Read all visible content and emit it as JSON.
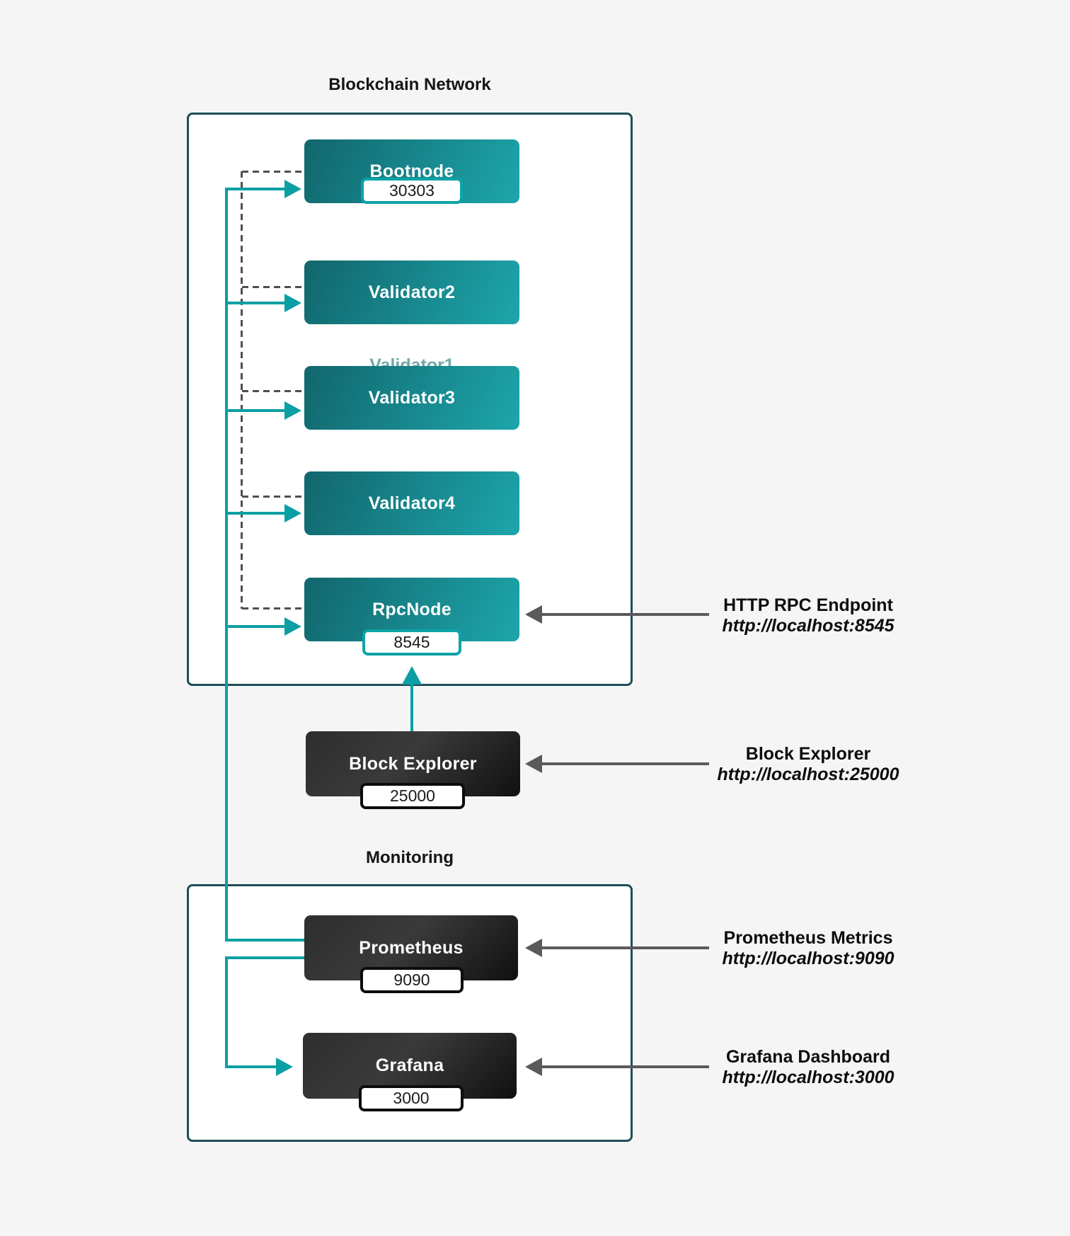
{
  "colors": {
    "background": "#f5f5f5",
    "teal_accent": "#0a9fa4",
    "container_border": "#1e4e57",
    "node_gradient_start": "#11666c",
    "node_gradient_end": "#1da6ab",
    "dark_node_color": "#2e2e2e",
    "dashed_line_gray": "#4f4f4f",
    "arrow_gray": "#5a5a5a"
  },
  "blockchain": {
    "title": "Blockchain Network",
    "hidden_label": "Validator1",
    "nodes": [
      {
        "label": "Bootnode",
        "port": "30303"
      },
      {
        "label": "Validator2"
      },
      {
        "label": "Validator3"
      },
      {
        "label": "Validator4"
      },
      {
        "label": "RpcNode",
        "port": "8545"
      }
    ]
  },
  "explorer": {
    "label": "Block Explorer",
    "port": "25000"
  },
  "monitoring": {
    "title": "Monitoring",
    "nodes": [
      {
        "label": "Prometheus",
        "port": "9090"
      },
      {
        "label": "Grafana",
        "port": "3000"
      }
    ]
  },
  "annotations": [
    {
      "title": "HTTP RPC Endpoint",
      "url": "http://localhost:8545"
    },
    {
      "title": "Block Explorer",
      "url": "http://localhost:25000"
    },
    {
      "title": "Prometheus Metrics",
      "url": "http://localhost:9090"
    },
    {
      "title": "Grafana Dashboard",
      "url": "http://localhost:3000"
    }
  ]
}
